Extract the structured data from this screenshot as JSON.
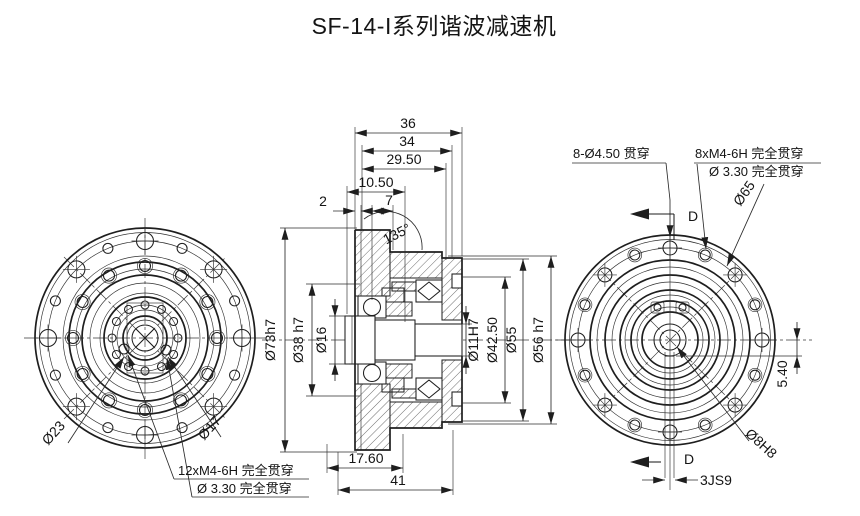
{
  "drawing": {
    "title": "SF-14-I系列谐波减速机"
  },
  "section_view": {
    "top_dims": {
      "d36": "36",
      "d34": "34",
      "d29_50": "29.50",
      "d10_50": "10.50",
      "d2": "2",
      "d7": "7",
      "angle": "135°"
    },
    "left_dims": {
      "d73": "Ø73h7",
      "d38": "Ø38 h7",
      "d16": "Ø16"
    },
    "right_dims": {
      "d11": "Ø11H7",
      "d42_50": "Ø42.50",
      "d55": "Ø55",
      "d56": "Ø56 h7"
    },
    "bottom_dims": {
      "d17_60": "17.60",
      "d41": "41"
    }
  },
  "left_view": {
    "dia23": "Ø23",
    "dia17": "Ø17",
    "screw_note_1": "12xM4-6H 完全贯穿",
    "screw_note_2": "Ø 3.30 完全贯穿"
  },
  "right_view": {
    "hole_note": "8-Ø4.50 贯穿",
    "thread_note_1": "8xM4-6H 完全贯穿",
    "thread_note_2": "Ø 3.30 完全贯穿",
    "dia65": "Ø65",
    "dia8": "Ø8H8",
    "keyway_width": "3JS9",
    "keyway_depth": "5.40",
    "section_label_top": "D",
    "section_label_bottom": "D"
  },
  "colors": {
    "line": "#1e1e1e",
    "background": "#ffffff"
  }
}
